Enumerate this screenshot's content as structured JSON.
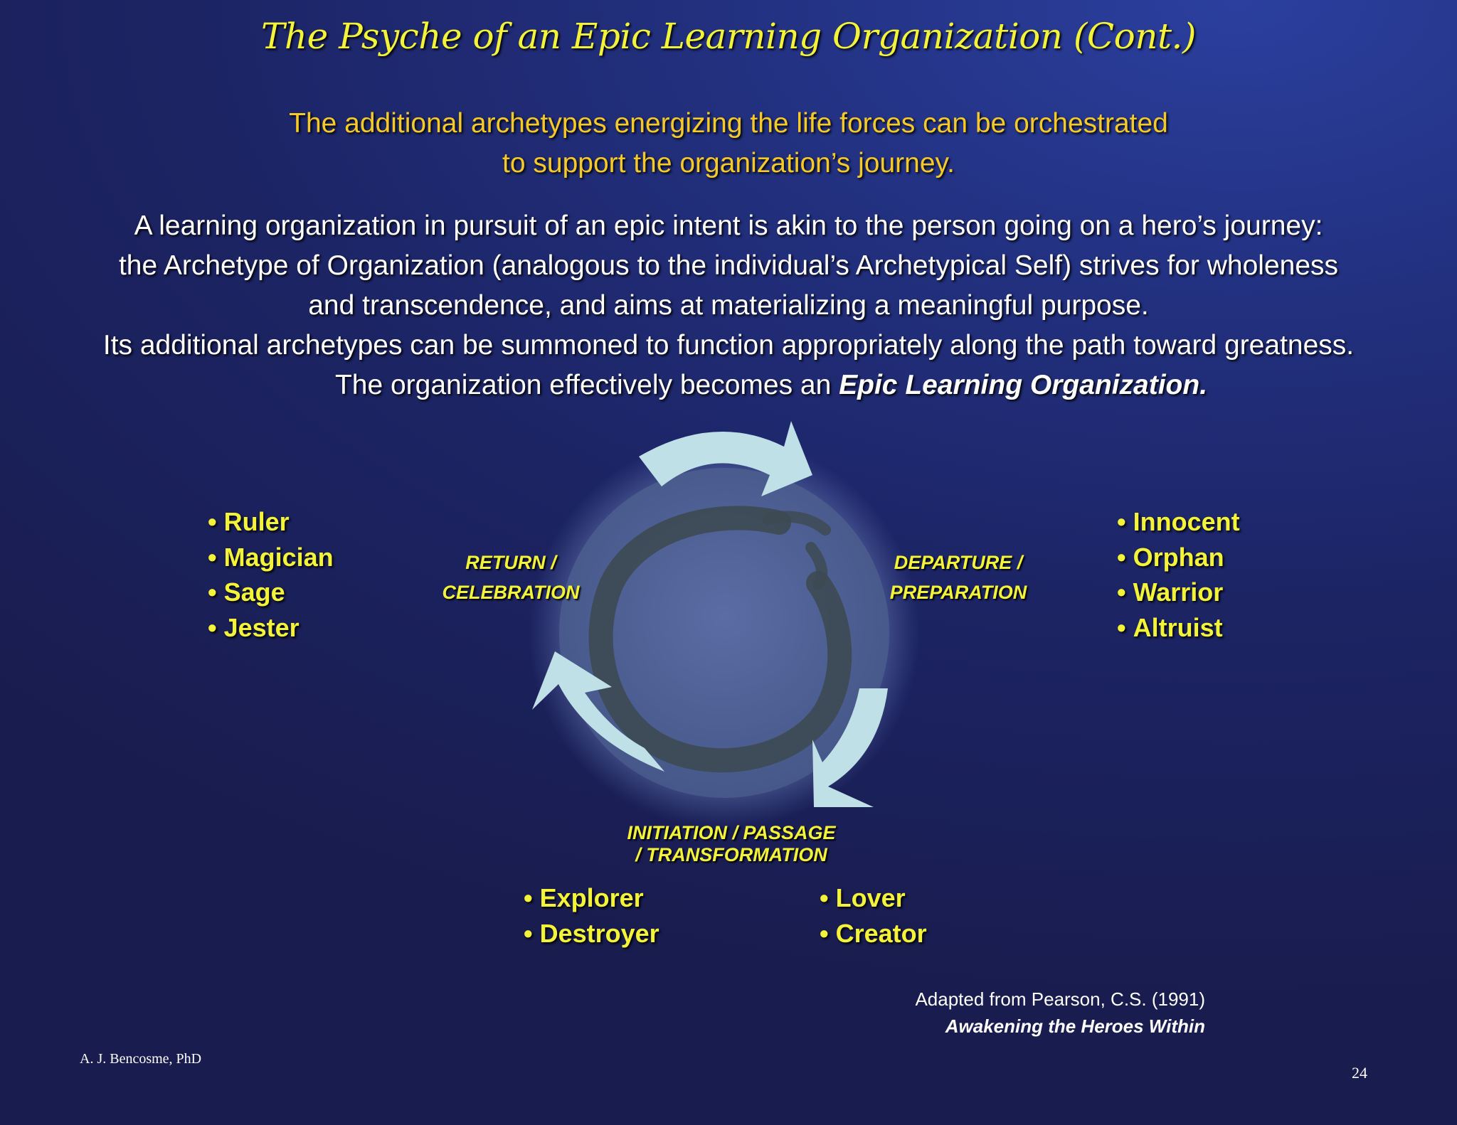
{
  "title": "The Psyche of an Epic Learning Organization  (Cont.)",
  "subtitle": [
    "The additional archetypes energizing the life forces can be orchestrated",
    "to support the organization’s  journey."
  ],
  "body": {
    "line1": "A learning organization in pursuit of an epic intent is akin to the person going on a hero’s journey:",
    "line2": "the Archetype of Organization (analogous to the individual’s Archetypical Self) strives for wholeness",
    "line3": "and transcendence, and aims at materializing a meaningful purpose.",
    "line4": "Its additional archetypes can be summoned to function appropriately along the path toward greatness.",
    "line5_prefix": "The organization effectively becomes an ",
    "line5_emphasis": "Epic Learning Organization",
    "line5_suffix": "."
  },
  "stages": {
    "return": [
      "RETURN  /",
      "CELEBRATION"
    ],
    "departure": [
      "DEPARTURE /",
      "PREPARATION"
    ],
    "initiation": [
      "INITIATION / PASSAGE",
      "/ TRANSFORMATION"
    ]
  },
  "archetypes": {
    "return": [
      "Ruler",
      "Magician",
      "Sage",
      "Jester"
    ],
    "departure": [
      "Innocent",
      "Orphan",
      "Warrior",
      "Altruist"
    ],
    "initiation_left": [
      "Explorer",
      "Destroyer"
    ],
    "initiation_right": [
      "Lover",
      "Creator"
    ]
  },
  "credit": {
    "source": "Adapted from Pearson, C.S.  (1991)",
    "book": "Awakening the Heroes Within"
  },
  "author": "A. J. Bencosme, PhD",
  "page_number": "24",
  "colors": {
    "title_yellow": "#f3f33a",
    "subtitle_gold": "#f5c928",
    "arrow": "#bfe0e6",
    "disc": "#4d5f95",
    "enso": "#3d4a53"
  }
}
